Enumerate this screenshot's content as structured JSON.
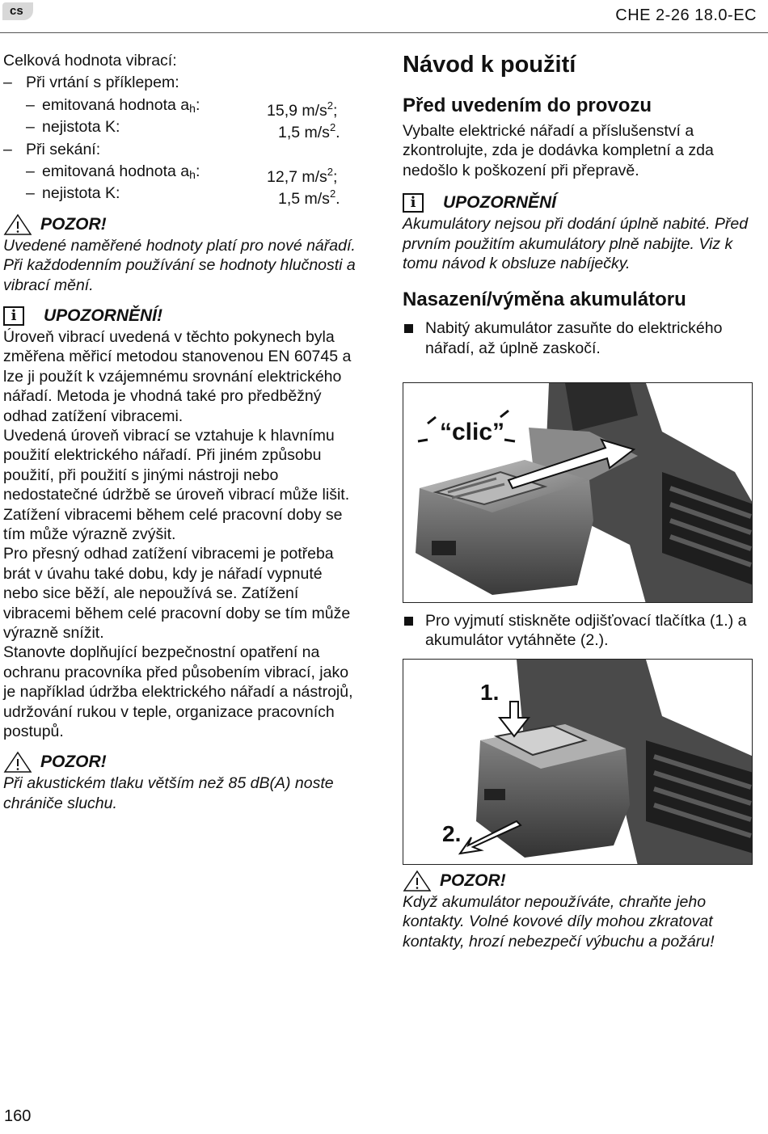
{
  "header": {
    "lang": "cs",
    "model": "CHE 2-26 18.0-EC"
  },
  "left": {
    "intro": "Celková hodnota vibrací:",
    "drilling_label": "Při vrtání s příklepem:",
    "chiseling_label": "Při sekání:",
    "emitted_label": "emitovaná hodnota a",
    "emitted_sub": "h",
    "uncertainty_label": "nejistota K:",
    "drill_emitted": "15,9 m/s",
    "drill_uncert": "1,5 m/s",
    "chisel_emitted": "12,7 m/s",
    "chisel_uncert": "1,5 m/s",
    "sq": "2",
    "semi": ";",
    "dot": ".",
    "caution_title": "POZOR!",
    "caution_text": "Uvedené naměřené hodnoty platí pro nové nářadí. Při každodenním používání se hodnoty hlučnosti a vibrací mění.",
    "note_title": "UPOZORNĚNÍ!",
    "note_p1": "Úroveň vibrací uvedená v těchto pokynech byla změřena měřicí metodou stanovenou EN 60745 a lze ji použít k vzájemnému srovnání elektrického nářadí. Metoda je vhodná také pro předběžný odhad zatížení vibracemi.",
    "note_p2": "Uvedená úroveň vibrací se vztahuje k hlavnímu použití elektrického nářadí. Při jiném způsobu použití, při použití s jinými nástroji nebo nedostatečné údržbě se úroveň vibrací může lišit. Zatížení vibracemi během celé pracovní doby se tím může výrazně zvýšit.",
    "note_p3": "Pro přesný odhad zatížení vibracemi je potřeba brát v úvahu také dobu, kdy je nářadí vypnuté nebo sice běží, ale nepoužívá se. Zatížení vibracemi během celé pracovní doby se tím může výrazně snížit.",
    "note_p4": "Stanovte doplňující bezpečnostní opatření na ochranu pracovníka před působením vibrací, jako je například údržba elektrického nářadí a nástrojů, udržování rukou v teple, organizace pracovních postupů.",
    "caution2_title": "POZOR!",
    "caution2_text": "Při akustickém tlaku větším než 85 dB(A) noste chrániče sluchu."
  },
  "right": {
    "title": "Návod k použití",
    "sec1_title": "Před uvedením do provozu",
    "sec1_text": "Vybalte elektrické nářadí a příslušenství a zkontrolujte, zda je dodávka kompletní a zda nedošlo k poškození při přepravě.",
    "note_title": "UPOZORNĚNÍ",
    "note_text": "Akumulátory nejsou při dodání úplně nabité. Před prvním použitím akumulátory plně nabijte. Viz k tomu návod k obsluze nabíječky.",
    "sec2_title": "Nasazení/výměna akumulátoru",
    "bullet1": "Nabitý akumulátor zasuňte do elektrického nářadí, až úplně zaskočí.",
    "fig1_label": "“clic”",
    "bullet2": "Pro vyjmutí stiskněte odjišťovací tlačítka (1.) a akumulátor vytáhněte (2.).",
    "fig2_step1": "1.",
    "fig2_step2": "2.",
    "caution_title": "POZOR!",
    "caution_text": "Když akumulátor nepoužíváte, chraňte jeho kontakty. Volné kovové díly mohou zkratovat kontakty, hrozí nebezpečí výbuchu a požáru!"
  },
  "footer": {
    "page": "160"
  }
}
